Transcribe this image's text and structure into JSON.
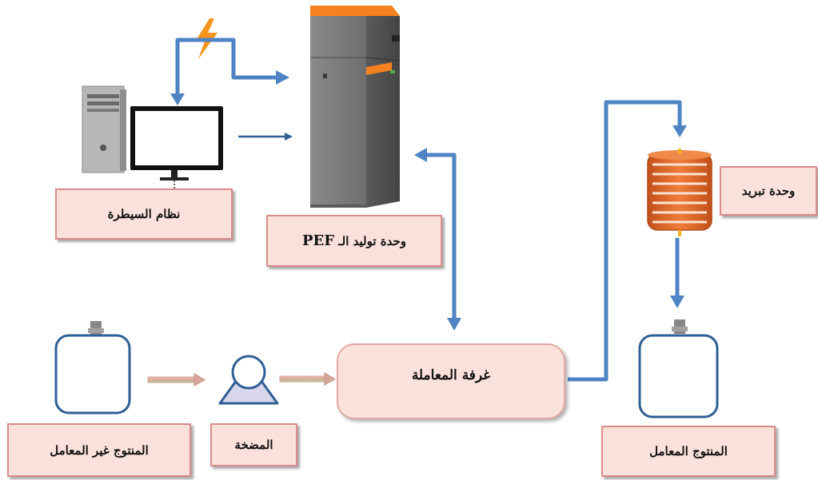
{
  "labels": {
    "control_system": "نظام السيطرة",
    "pef_unit_prefix": "وحدة توليد الـ",
    "pef_unit_acronym": "PEF",
    "cooling_unit": "وحدة تبريد",
    "treatment_chamber": "غرفة المعاملة",
    "unprocessed_product": "المنتوج غير المعامل",
    "pump": "المضخة",
    "processed_product": "المنتوج المعامل"
  },
  "colors": {
    "flow_line": "#4f84c4",
    "label_fill": "#fbe1dc",
    "label_border": "#d98c89",
    "accent_orange": "#f58220"
  },
  "icons": [
    "computer-tower-icon",
    "computer-monitor-icon",
    "lightning-bolt-icon",
    "pef-generator-cabinet-icon",
    "cooling-coil-icon",
    "pump-icon",
    "unprocessed-product-container-icon",
    "processed-product-container-icon"
  ]
}
